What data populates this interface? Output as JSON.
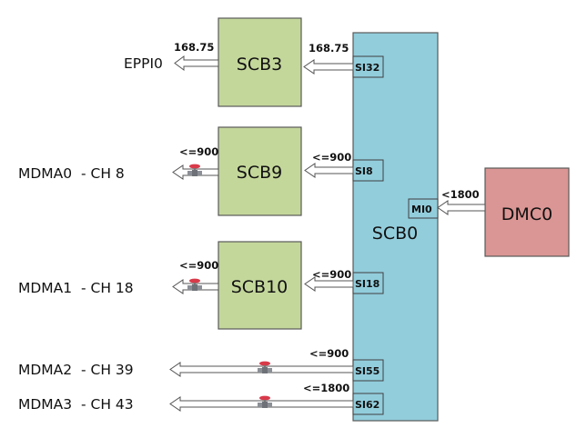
{
  "colors": {
    "scb_small_fill": "#c4d79b",
    "scb0_fill": "#92cddc",
    "dmc_fill": "#da9694",
    "border": "#595959",
    "valve_red": "#d83a4a"
  },
  "blocks": {
    "scb3": "SCB3",
    "scb9": "SCB9",
    "scb10": "SCB10",
    "scb0": "SCB0",
    "dmc0": "DMC0"
  },
  "ports": {
    "si32": "SI32",
    "si8": "SI8",
    "si18": "SI18",
    "si55": "SI55",
    "si62": "SI62",
    "mi0": "MI0"
  },
  "bandwidths": {
    "eppi0_out": "168.75",
    "si32_in": "168.75",
    "mdma0_out": "<=900",
    "si8_in": "<=900",
    "mdma1_out": "<=900",
    "si18_in": "<=900",
    "si55_out": "<=900",
    "si62_out": "<=1800",
    "mi0_in": "<1800"
  },
  "endpoints": {
    "eppi0": "EPPI0",
    "mdma0": "MDMA0  - CH 8",
    "mdma1": "MDMA1  - CH 18",
    "mdma2": "MDMA2  - CH 39",
    "mdma3": "MDMA3  - CH 43"
  },
  "icons": {
    "valve": "valve-icon",
    "arrow": "hollow-arrow-left"
  }
}
